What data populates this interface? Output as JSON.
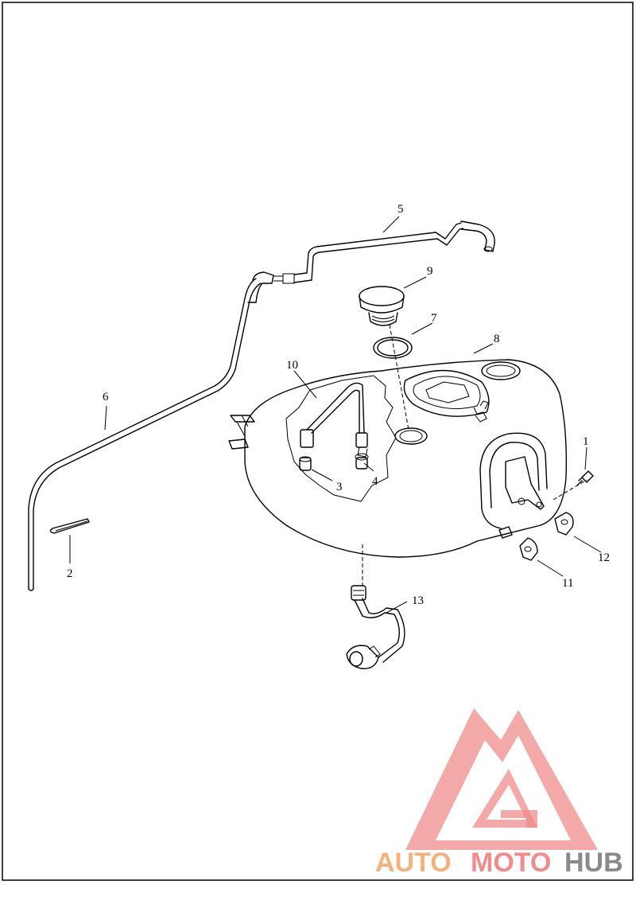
{
  "diagram": {
    "callouts": [
      {
        "id": "1",
        "label": "1"
      },
      {
        "id": "2",
        "label": "2"
      },
      {
        "id": "3",
        "label": "3"
      },
      {
        "id": "4",
        "label": "4"
      },
      {
        "id": "5",
        "label": "5"
      },
      {
        "id": "6",
        "label": "6"
      },
      {
        "id": "7",
        "label": "7"
      },
      {
        "id": "8",
        "label": "8"
      },
      {
        "id": "9",
        "label": "9"
      },
      {
        "id": "10",
        "label": "10"
      },
      {
        "id": "11",
        "label": "11"
      },
      {
        "id": "12",
        "label": "12"
      },
      {
        "id": "13",
        "label": "13"
      }
    ]
  },
  "watermark": {
    "part1": "AUTO",
    "part2": "MOTO",
    "part3": "HUB",
    "colors": {
      "orange": "#f5b27a",
      "red": "#f08c8c",
      "gray": "#8a8a8a"
    }
  }
}
